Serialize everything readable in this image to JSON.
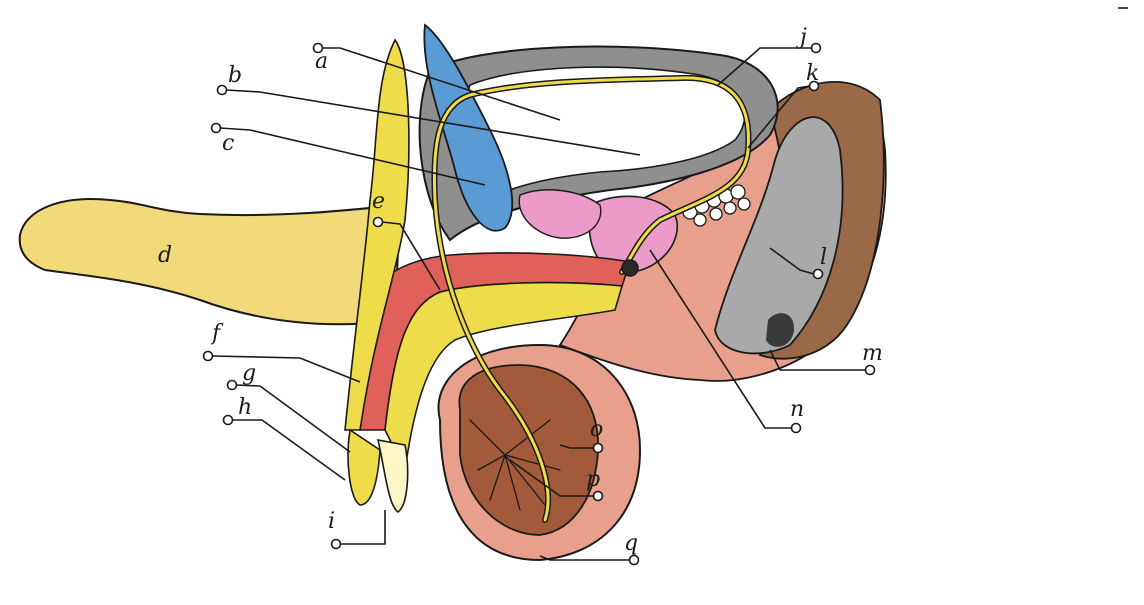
{
  "diagram": {
    "labels": {
      "a": "a",
      "b": "b",
      "c": "c",
      "d": "d",
      "e": "e",
      "f": "f",
      "g": "g",
      "h": "h",
      "i": "i",
      "j": "j",
      "k": "k",
      "l": "l",
      "m": "m",
      "n": "n",
      "o": "o",
      "p": "p",
      "q": "q"
    },
    "colors": {
      "paper": "#ffffff",
      "penis_yellow": "#f2d97a",
      "urethra_yellow": "#eedc4a",
      "erectile_red": "#e0605a",
      "bladder_blue": "#5b9bd5",
      "tissue_pink": "#e8a08c",
      "prostate_pink": "#ec9ac9",
      "testis_brown": "#a35a3a",
      "rectum_brown": "#9a6a48",
      "rectum_grey": "#a9a9a9",
      "pubis_dark": "#3a3a3a",
      "outline": "#1a1a1a"
    }
  }
}
